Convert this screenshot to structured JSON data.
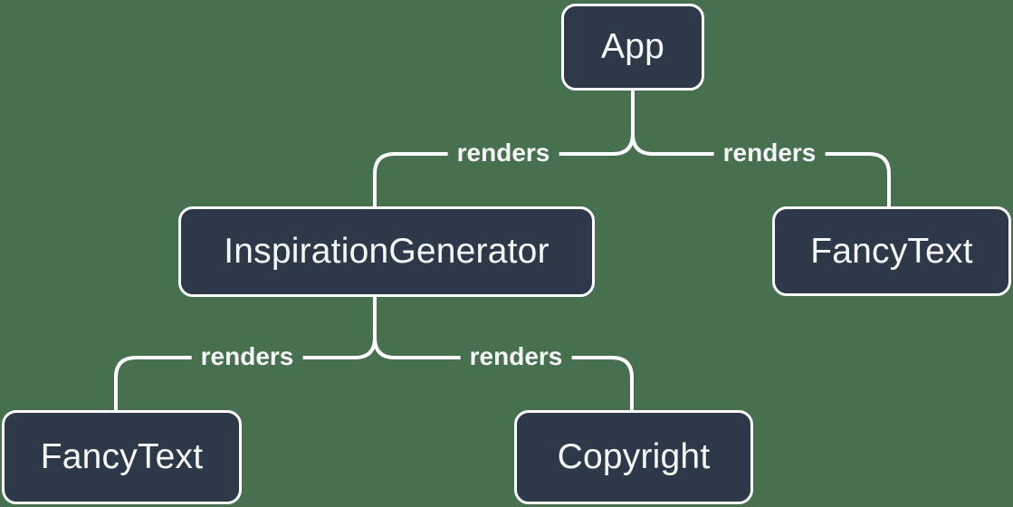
{
  "colors": {
    "background": "#46704E",
    "node_fill": "#2D3848",
    "node_border": "#FFFFFF",
    "edge": "#FFFFFF",
    "text": "#F6F7F9"
  },
  "diagram_type": "component-render-tree",
  "nodes": [
    {
      "id": "app",
      "label": "App"
    },
    {
      "id": "inspiration-generator",
      "label": "InspirationGenerator"
    },
    {
      "id": "fancytext-right",
      "label": "FancyText"
    },
    {
      "id": "fancytext-bottom",
      "label": "FancyText"
    },
    {
      "id": "copyright",
      "label": "Copyright"
    }
  ],
  "edges": [
    {
      "from": "App",
      "to": "InspirationGenerator",
      "label": "renders"
    },
    {
      "from": "App",
      "to": "FancyText",
      "label": "renders"
    },
    {
      "from": "InspirationGenerator",
      "to": "FancyText",
      "label": "renders"
    },
    {
      "from": "InspirationGenerator",
      "to": "Copyright",
      "label": "renders"
    }
  ]
}
